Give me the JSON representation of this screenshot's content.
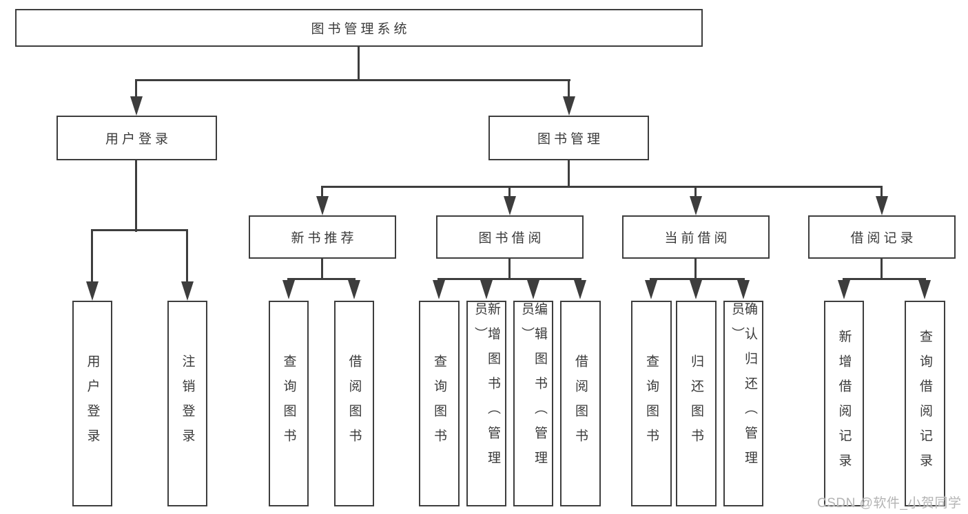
{
  "diagram": {
    "type": "tree",
    "root": "图书管理系统",
    "children": [
      {
        "label": "用户登录",
        "children": [
          "用户登录",
          "注销登录"
        ]
      },
      {
        "label": "图书管理",
        "children": [
          {
            "label": "新书推荐",
            "children": [
              "查询图书",
              "借阅图书"
            ]
          },
          {
            "label": "图书借阅",
            "children": [
              "查询图书",
              "新增图书（管理员）",
              "编辑图书（管理员）",
              "借阅图书"
            ]
          },
          {
            "label": "当前借阅",
            "children": [
              "查询图书",
              "归还图书",
              "确认归还（管理员）"
            ]
          },
          {
            "label": "借阅记录",
            "children": [
              "新增借阅记录",
              "查询借阅记录"
            ]
          }
        ]
      }
    ],
    "colors": {
      "line": "#3d3d3d",
      "text": "#3a3a3a",
      "background": "#ffffff",
      "watermark": "#b4b4b4"
    }
  },
  "watermark": "CSDN @软件_小贺同学"
}
